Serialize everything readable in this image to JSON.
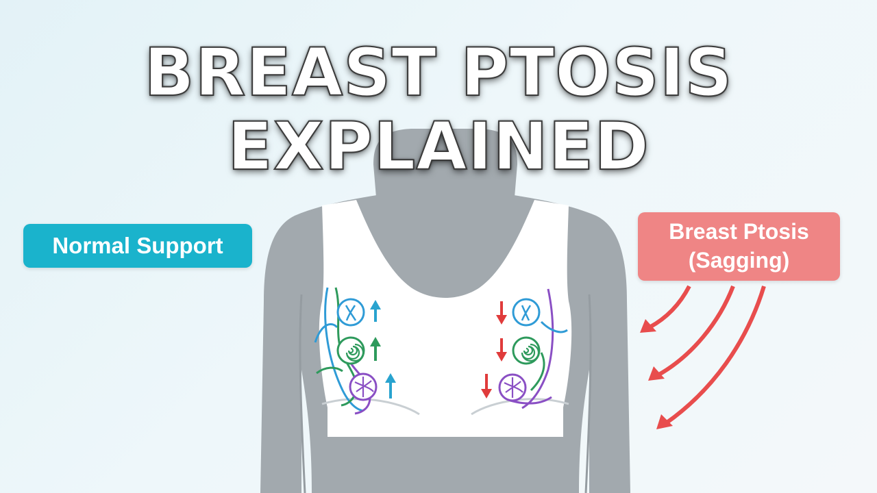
{
  "title": {
    "line1": "BREAST PTOSIS",
    "line2": "EXPLAINED"
  },
  "labels": {
    "normal": "Normal Support",
    "ptosis_line1": "Breast Ptosis",
    "ptosis_line2": "(Sagging)"
  },
  "colors": {
    "normal_label": "#1ab3cc",
    "ptosis_label": "#ef8585",
    "ptosis_arrows": "#e84d4d",
    "body": "#a2a9ae",
    "bra": "#ffffff",
    "ligament_blue": "#2f9bd6",
    "ligament_green": "#2e9a5c",
    "ligament_purple": "#8a4fc4",
    "arrow_up_blue": "#29a3cf",
    "arrow_up_green": "#2e9a5c",
    "arrow_down_red": "#e03b3b"
  }
}
